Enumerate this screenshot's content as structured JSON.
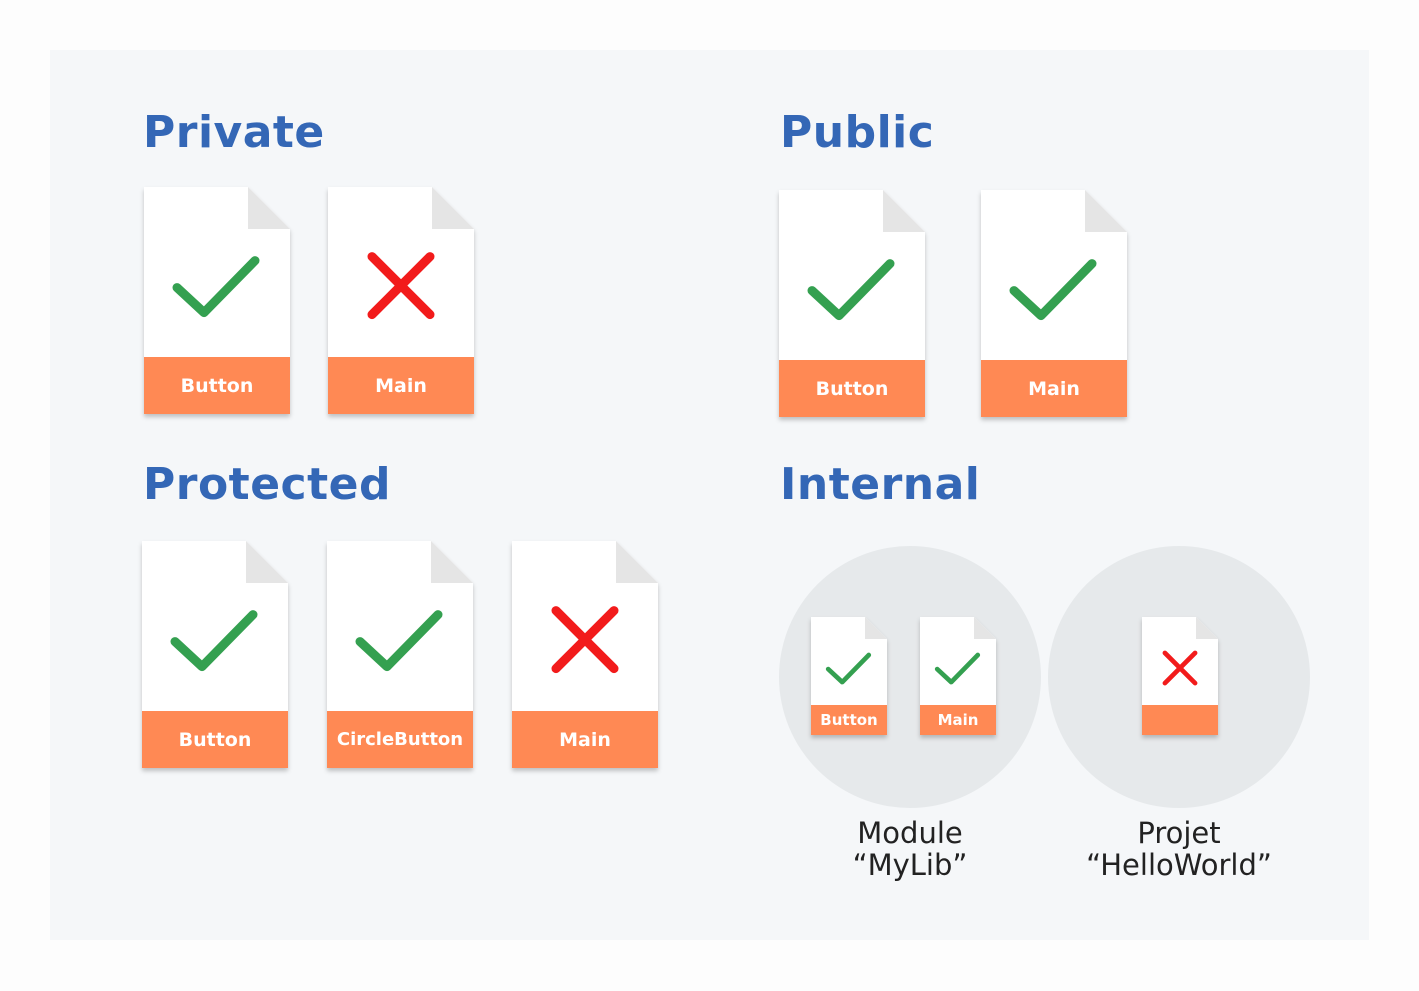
{
  "colors": {
    "heading": "#3467b6",
    "band": "#ff8954",
    "check": "#34a050",
    "cross": "#f21b1b",
    "page": "#ffffff",
    "fold": "#e5e5e5",
    "circle": "#e6e9eb"
  },
  "sections": {
    "private": {
      "title": "Private",
      "files": [
        {
          "label": "Button",
          "status": "check-icon"
        },
        {
          "label": "Main",
          "status": "cross-icon"
        }
      ]
    },
    "public": {
      "title": "Public",
      "files": [
        {
          "label": "Button",
          "status": "check-icon"
        },
        {
          "label": "Main",
          "status": "check-icon"
        }
      ]
    },
    "protected": {
      "title": "Protected",
      "files": [
        {
          "label": "Button",
          "status": "check-icon"
        },
        {
          "label": "CircleButton",
          "status": "check-icon"
        },
        {
          "label": "Main",
          "status": "cross-icon"
        }
      ]
    },
    "internal": {
      "title": "Internal",
      "module": {
        "caption_line1": "Module",
        "caption_line2": "“MyLib”",
        "files": [
          {
            "label": "Button",
            "status": "check-icon"
          },
          {
            "label": "Main",
            "status": "check-icon"
          }
        ]
      },
      "project": {
        "caption_line1": "Projet",
        "caption_line2": "“HelloWorld”",
        "files": [
          {
            "label": "",
            "status": "cross-icon"
          }
        ]
      }
    }
  }
}
